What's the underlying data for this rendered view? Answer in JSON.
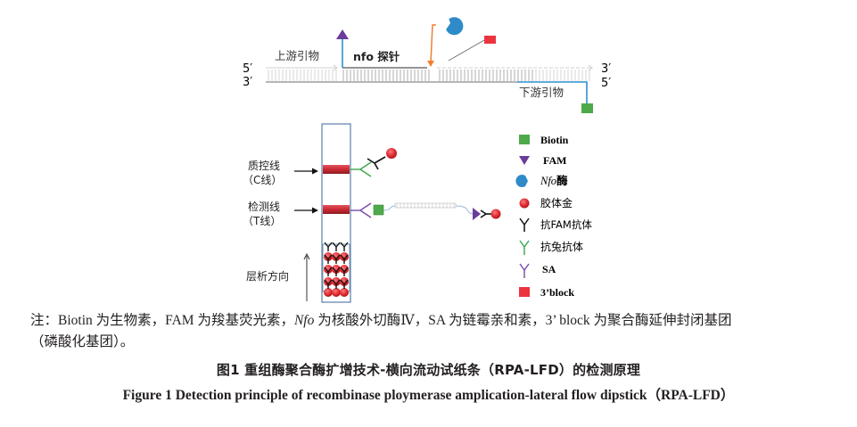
{
  "diagram": {
    "top": {
      "strand_top_left_label": "5′",
      "strand_top_right_label": "3′",
      "strand_bottom_left_label": "3′",
      "strand_bottom_right_label": "5′",
      "upstream_primer": "上游引物",
      "probe": "nfo 探针",
      "downstream_primer": "下游引物"
    },
    "strip": {
      "control_line_label": "质控线",
      "control_line_sub": "（C线）",
      "test_line_label": "检测线",
      "test_line_sub": "（T线）",
      "flow_direction": "层析方向"
    },
    "legend": [
      {
        "icon": "biotin-square-icon",
        "label": "Biotin",
        "color": "#4ea94b"
      },
      {
        "icon": "fam-triangle-icon",
        "label": "FAM",
        "color": "#6a3d9a"
      },
      {
        "icon": "nfo-enzyme-icon",
        "label_italic": "Nfo",
        "label": "酶",
        "color": "#2e8bc8"
      },
      {
        "icon": "colloidal-gold-icon",
        "label": "胶体金",
        "color": "#e0282e"
      },
      {
        "icon": "anti-fam-antibody-icon",
        "label": "抗FAM抗体",
        "color": "#111111"
      },
      {
        "icon": "anti-rabbit-antibody-icon",
        "label": "抗兔抗体",
        "color": "#3aa64a"
      },
      {
        "icon": "sa-icon",
        "label": "SA",
        "color": "#7a4aa8"
      },
      {
        "icon": "block-3-icon",
        "label": "3’block",
        "color": "#ec3440"
      }
    ]
  },
  "note": {
    "prefix": "注：Biotin 为生物素，FAM 为羧基荧光素，",
    "nfo": "Nfo",
    "suffix": " 为核酸外切酶Ⅳ，SA 为链霉亲和素，3’ block 为聚合酶延伸封闭基团",
    "line2": "（磷酸化基团）。"
  },
  "caption": {
    "cn": "图1  重组酶聚合酶扩增技术-横向流动试纸条（RPA-LFD）的检测原理",
    "en": "Figure 1  Detection principle of recombinase ploymerase amplication-lateral flow dipstick（RPA-LFD）"
  }
}
